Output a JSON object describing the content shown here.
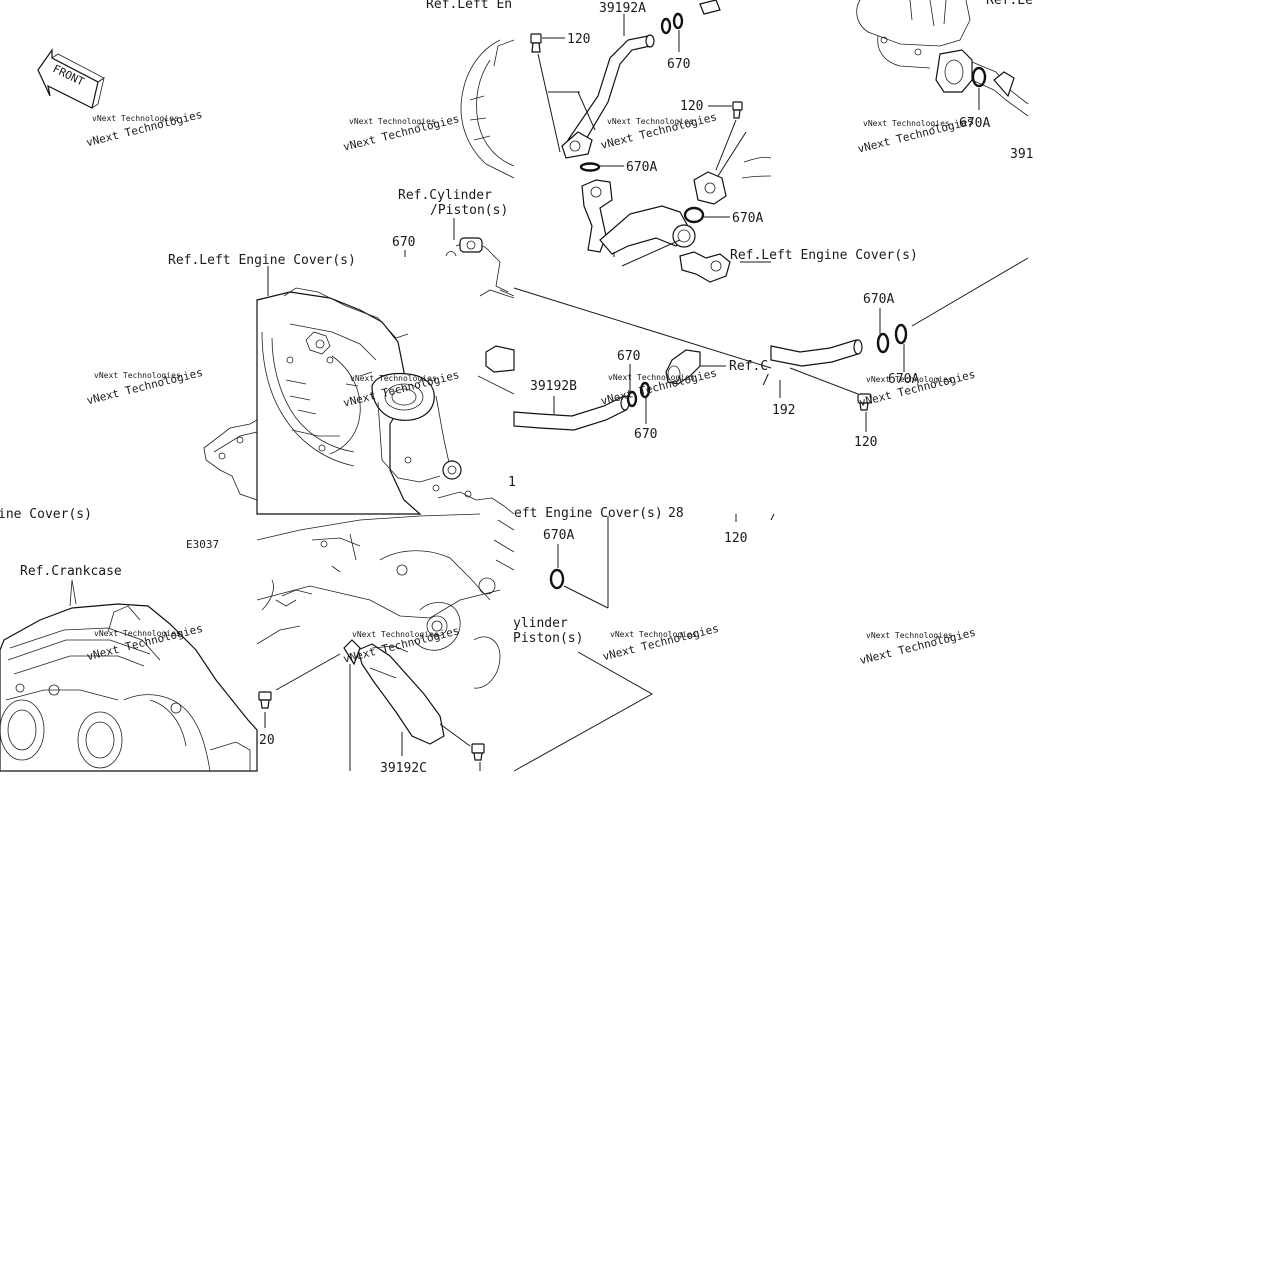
{
  "front_badge": "FRONT",
  "diagram_code": "E3037",
  "watermark": "vNext Technologies",
  "references": {
    "left_engine_cover_top": "Ref.Left En",
    "left_engine_cover_upper_right": "Ref.Le",
    "cylinder_piston_1": "Ref.Cylinder",
    "cylinder_piston_1b": "/Piston(s)",
    "left_engine_cover_mid": "Ref.Left Engine Cover(s)",
    "left_engine_cover_mid_right": "Ref.Left Engine Cover(s)",
    "left_engine_cover_right": "eft Engine Cover(s)",
    "ref_c": "Ref.C",
    "ref_c_slash": "/",
    "engine_cover_left_edge": "ine Cover(s)",
    "crankcase": "Ref.Crankcase",
    "left_engine_cover_lower": "eft Engine Cover(s)",
    "cylinder_piston_2": "ylinder",
    "cylinder_piston_2b": "Piston(s)"
  },
  "parts": {
    "p39192A": "39192A",
    "p39192B": "39192B",
    "p39192C": "39192C",
    "p120": "120",
    "p20": "20",
    "p670": "670",
    "p670A": "670A",
    "p192": "192",
    "p391": "391",
    "p1": "1",
    "p28": "28"
  }
}
